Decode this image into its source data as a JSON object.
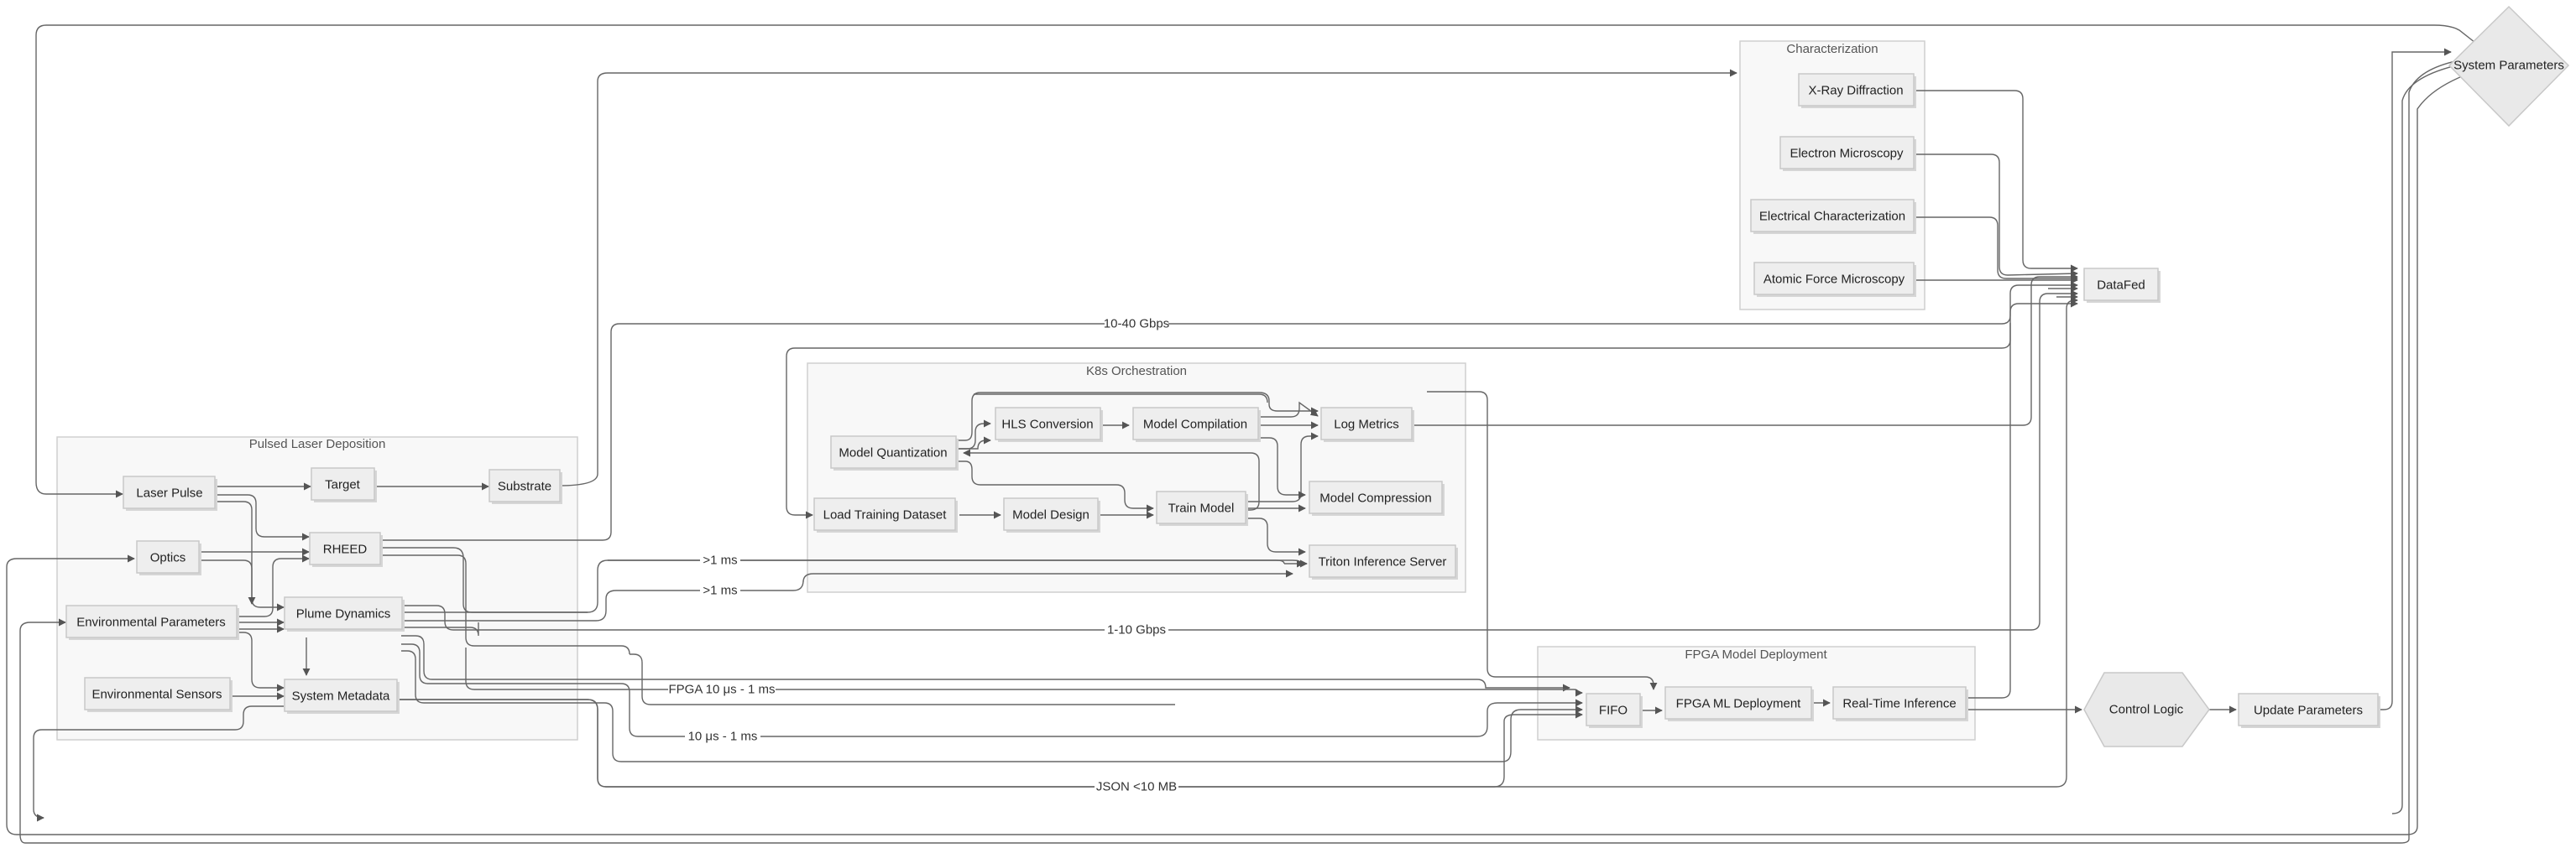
{
  "groups": {
    "pld": "Pulsed Laser Deposition",
    "k8s": "K8s Orchestration",
    "fpga": "FPGA Model Deployment",
    "char": "Characterization"
  },
  "nodes": {
    "laser": "Laser Pulse",
    "target": "Target",
    "substrate": "Substrate",
    "optics": "Optics",
    "rheed": "RHEED",
    "envparams": "Environmental Parameters",
    "plume": "Plume Dynamics",
    "envsensors": "Environmental Sensors",
    "metadata": "System Metadata",
    "quant": "Model Quantization",
    "hls": "HLS Conversion",
    "compile": "Model Compilation",
    "logm": "Log Metrics",
    "loadds": "Load Training Dataset",
    "design": "Model Design",
    "train": "Train Model",
    "compress": "Model Compression",
    "triton": "Triton Inference Server",
    "fifo": "FIFO",
    "fpgadeploy": "FPGA ML Deployment",
    "rti": "Real-Time Inference",
    "control": "Control Logic",
    "update": "Update Parameters",
    "sysparams": "System Parameters",
    "xrd": "X-Ray Diffraction",
    "em": "Electron Microscopy",
    "ec": "Electrical Characterization",
    "afm": "Atomic Force Microscopy",
    "datafed": "DataFed"
  },
  "edge_labels": {
    "bw_high": "10-40 Gbps",
    "bw_mid": "1-10 Gbps",
    "lat1": ">1 ms",
    "lat2": ">1 ms",
    "fpga_lat1": "FPGA 10 μs - 1 ms",
    "fpga_lat2": "10 μs - 1 ms",
    "json": "JSON <10 MB"
  },
  "colors": {
    "node_fill": "#eeeeee",
    "group_fill": "#f8f8f8",
    "edge": "#666666"
  }
}
